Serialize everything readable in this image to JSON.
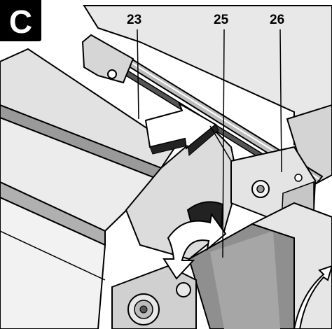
{
  "figure": {
    "panel_label": "C",
    "callouts": [
      {
        "id": "23",
        "label": "23"
      },
      {
        "id": "25",
        "label": "25"
      },
      {
        "id": "26",
        "label": "26"
      }
    ]
  },
  "colors": {
    "outline": "#000000",
    "metal_light": "#e6e6e6",
    "metal_mid": "#c8c8c8",
    "metal_dark": "#8c8c8c",
    "shadow": "#9a9a9a",
    "arrow_fill": "#ffffff"
  }
}
